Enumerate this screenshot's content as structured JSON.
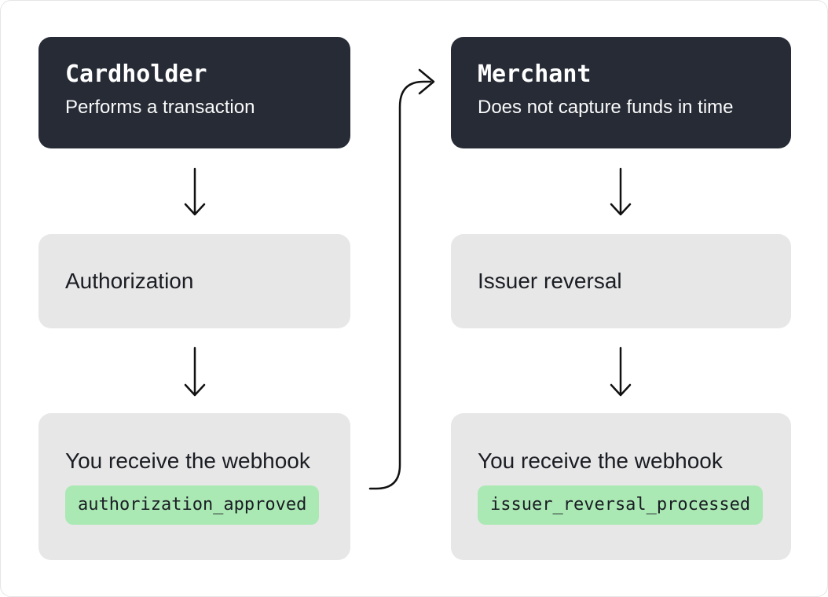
{
  "colors": {
    "dark_box": "#262B36",
    "gray_box": "#E8E7E7",
    "green_badge": "#ABE9B4",
    "text_dark": "#1A1D23",
    "text_light": "#FFFFFF",
    "card_border": "#E5E5E5",
    "arrow": "#111111"
  },
  "columns": [
    {
      "id": "cardholder",
      "actor": {
        "title": "Cardholder",
        "subtitle": "Performs a transaction"
      },
      "step": {
        "label": "Authorization"
      },
      "webhook": {
        "label": "You receive the webhook",
        "event": "authorization_approved"
      }
    },
    {
      "id": "merchant",
      "actor": {
        "title": "Merchant",
        "subtitle": "Does not capture funds in time"
      },
      "step": {
        "label": "Issuer reversal"
      },
      "webhook": {
        "label": "You receive the webhook",
        "event": "issuer_reversal_processed"
      }
    }
  ]
}
